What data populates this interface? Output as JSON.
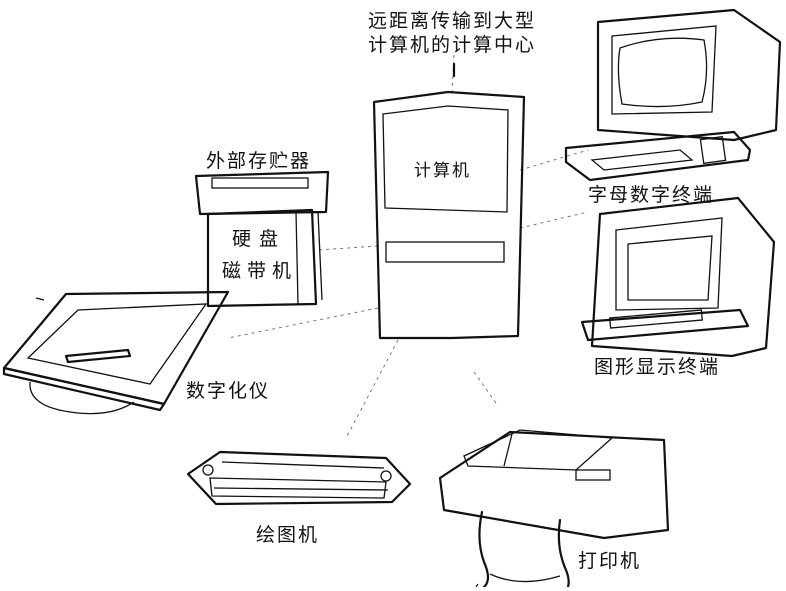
{
  "labels": {
    "remote_line1": "远距离传输到大型",
    "remote_line2": "计算机的计算中心",
    "computer": "计算机",
    "external_storage": "外部存贮器",
    "hard_disk": "硬盘",
    "tape_drive": "磁带机",
    "alnum_terminal": "字母数字终端",
    "graphics_terminal": "图形显示终端",
    "digitizer": "数字化仪",
    "plotter": "绘图机",
    "printer": "打印机"
  }
}
